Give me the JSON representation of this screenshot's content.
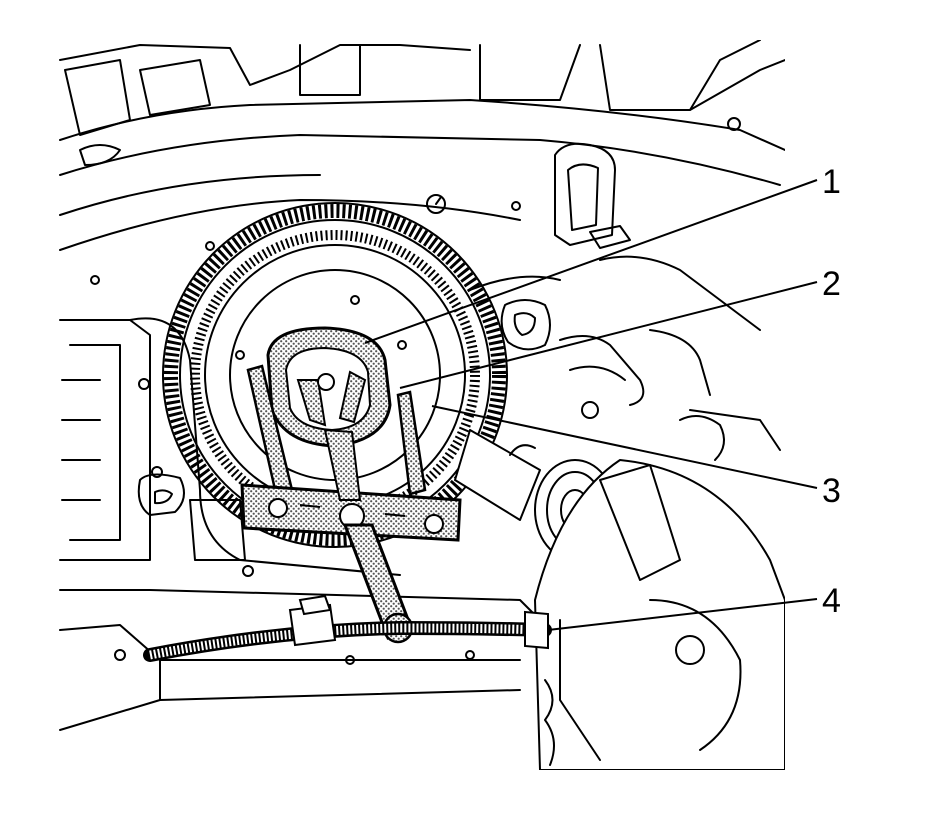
{
  "colors": {
    "ink": "#000000",
    "paper": "#ffffff",
    "tool_stipple": "#6e6e6e"
  },
  "callouts": [
    {
      "label": "1"
    },
    {
      "label": "2"
    },
    {
      "label": "3"
    },
    {
      "label": "4"
    }
  ]
}
